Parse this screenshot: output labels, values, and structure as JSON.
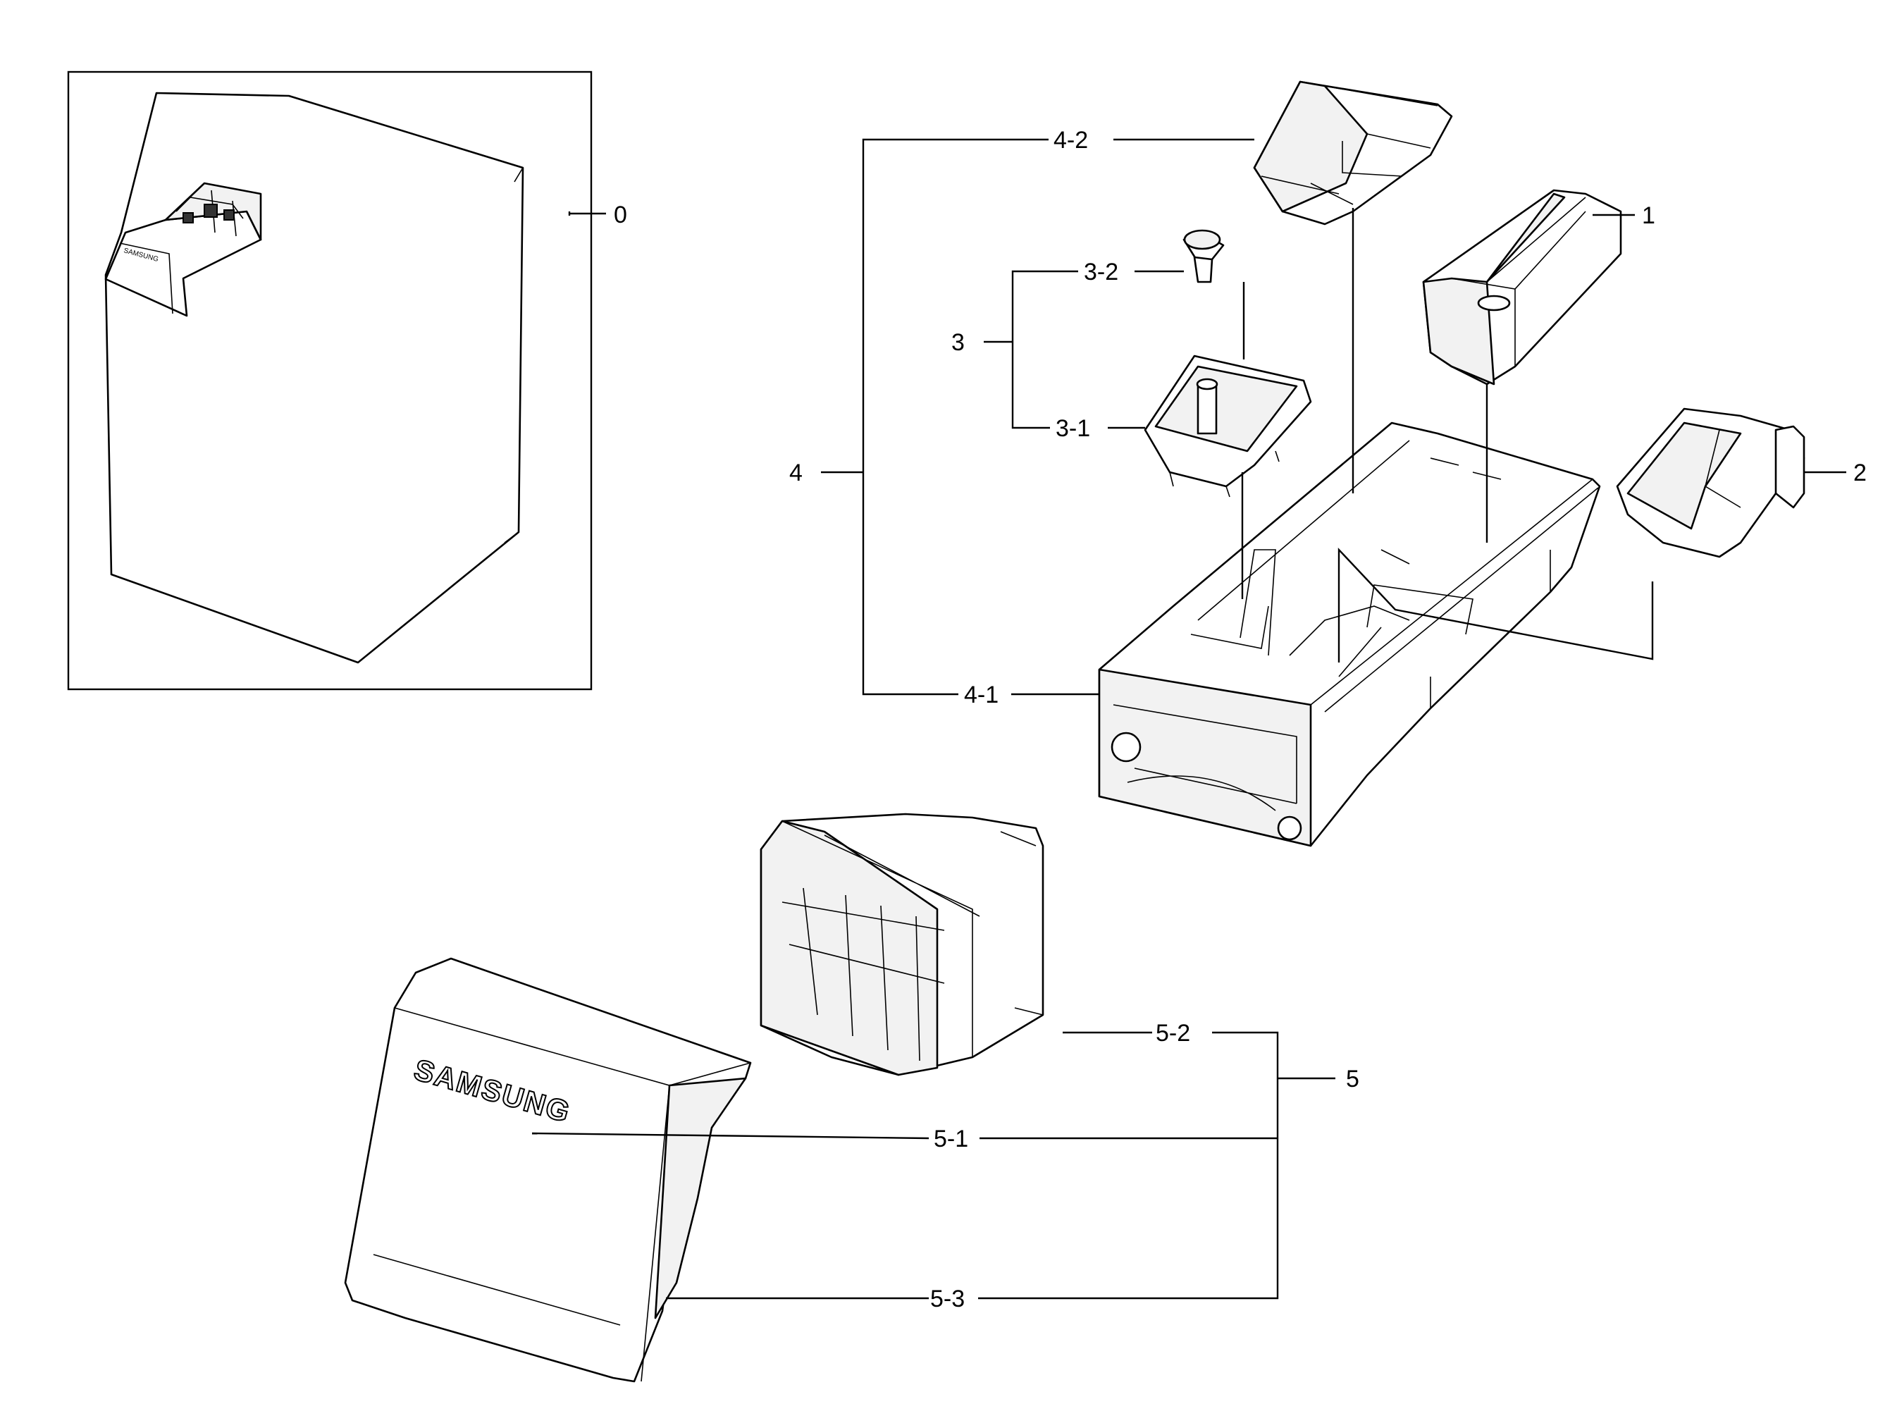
{
  "labels": {
    "p0": "0",
    "p1": "1",
    "p2": "2",
    "p3": "3",
    "p3_1": "3-1",
    "p3_2": "3-2",
    "p4": "4",
    "p4_1": "4-1",
    "p4_2": "4-2",
    "p5": "5",
    "p5_1": "5-1",
    "p5_2": "5-2",
    "p5_3": "5-3"
  },
  "brand_text": "SAMSUNG",
  "colors": {
    "line": "#000000",
    "background": "#ffffff"
  }
}
